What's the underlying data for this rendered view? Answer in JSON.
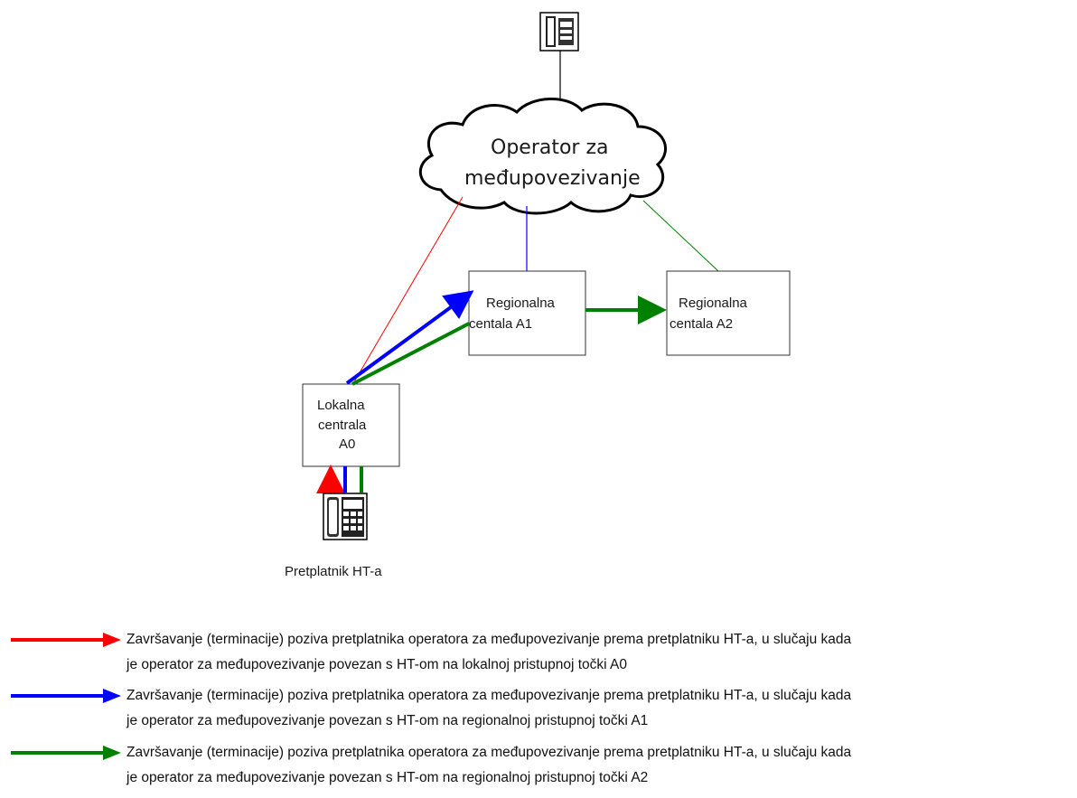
{
  "diagram": {
    "cloud": {
      "label_line1": "Operator za",
      "label_line2": "međupovezivanje"
    },
    "nodes": {
      "regional_a1": {
        "line1": "Regionalna",
        "line2": "centala A1"
      },
      "regional_a2": {
        "line1": "Regionalna",
        "line2": "centala A2"
      },
      "local_a0": {
        "line1": "Lokalna",
        "line2": "centrala",
        "line3": "A0"
      }
    },
    "subscriber_label": "Pretplatnik HT-a",
    "icons": {
      "top_device": "telephone-icon",
      "subscriber_device": "desk-phone-icon"
    },
    "colors": {
      "red": "#ff0000",
      "blue": "#0000ff",
      "green": "#008000"
    }
  },
  "legend": [
    {
      "color": "#ff0000",
      "line1": "Završavanje (terminacije) poziva pretplatnika operatora za međupovezivanje prema pretplatniku HT-a, u slučaju kada",
      "line2": "je operator za međupovezivanje povezan s HT-om na lokalnoj pristupnoj točki A0"
    },
    {
      "color": "#0000ff",
      "line1": "Završavanje (terminacije) poziva pretplatnika operatora za međupovezivanje prema pretplatniku HT-a, u slučaju kada",
      "line2": "je operator za međupovezivanje povezan s HT-om na regionalnoj pristupnoj točki A1"
    },
    {
      "color": "#008000",
      "line1": "Završavanje (terminacije) poziva pretplatnika operatora za međupovezivanje prema pretplatniku HT-a, u slučaju kada",
      "line2": "je operator za međupovezivanje povezan s HT-om na regionalnoj pristupnoj točki A2"
    }
  ]
}
